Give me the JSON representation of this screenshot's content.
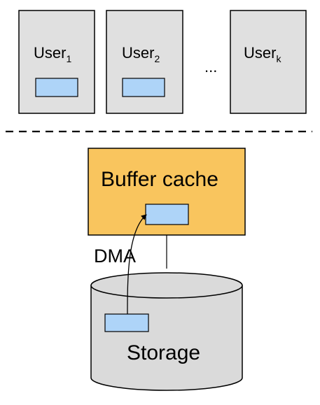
{
  "users": [
    {
      "label": "User",
      "sub": "1"
    },
    {
      "label": "User",
      "sub": "2"
    },
    {
      "label": "User",
      "sub": "k"
    }
  ],
  "ellipsis": "...",
  "buffer_cache": {
    "label": "Buffer cache"
  },
  "dma": {
    "label": "DMA"
  },
  "storage": {
    "label": "Storage"
  },
  "colors": {
    "user_box_fill": "#e0e0e0",
    "page_block_fill": "#aed4f8",
    "buffer_cache_fill": "#f9c55e",
    "storage_fill": "#dadada",
    "stroke": "#000000"
  }
}
